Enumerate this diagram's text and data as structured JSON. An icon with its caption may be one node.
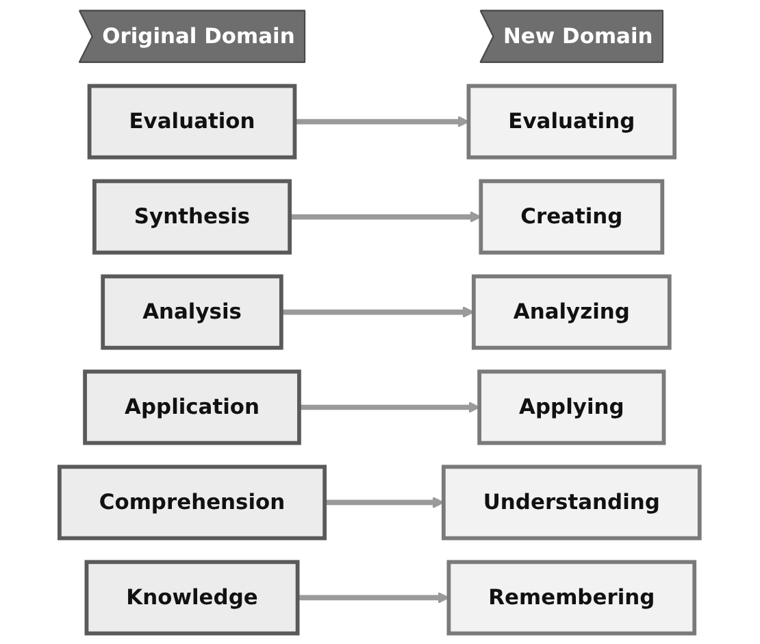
{
  "diagram": {
    "nodes": [
      {
        "text": [
          "Original Domain"
        ]
      },
      {
        "text": [
          "New Domain"
        ]
      },
      {
        "text": [
          "Evaluation"
        ]
      },
      {
        "text": [
          "Synthesis"
        ]
      },
      {
        "text": [
          "Analysis"
        ]
      },
      {
        "text": [
          "Application"
        ]
      },
      {
        "text": [
          "Comprehension"
        ]
      },
      {
        "text": [
          "Knowledge"
        ]
      },
      {
        "text": [
          "Creating"
        ]
      },
      {
        "text": [
          "Evaluating"
        ]
      },
      {
        "text": [
          "Analyzing"
        ]
      },
      {
        "text": [
          "Applying"
        ]
      },
      {
        "text": [
          "Understanding"
        ]
      },
      {
        "text": [
          "Remembering"
        ]
      }
    ],
    "edges": [
      {
        "from": 2,
        "to": 9,
        "arrow": "to"
      },
      {
        "from": 3,
        "to": 8,
        "arrow": "to"
      },
      {
        "from": 4,
        "to": 10,
        "arrow": "to"
      },
      {
        "from": 5,
        "to": 11,
        "arrow": "to"
      },
      {
        "from": 6,
        "to": 12,
        "arrow": "to"
      },
      {
        "from": 7,
        "to": 13,
        "arrow": "to"
      }
    ]
  }
}
